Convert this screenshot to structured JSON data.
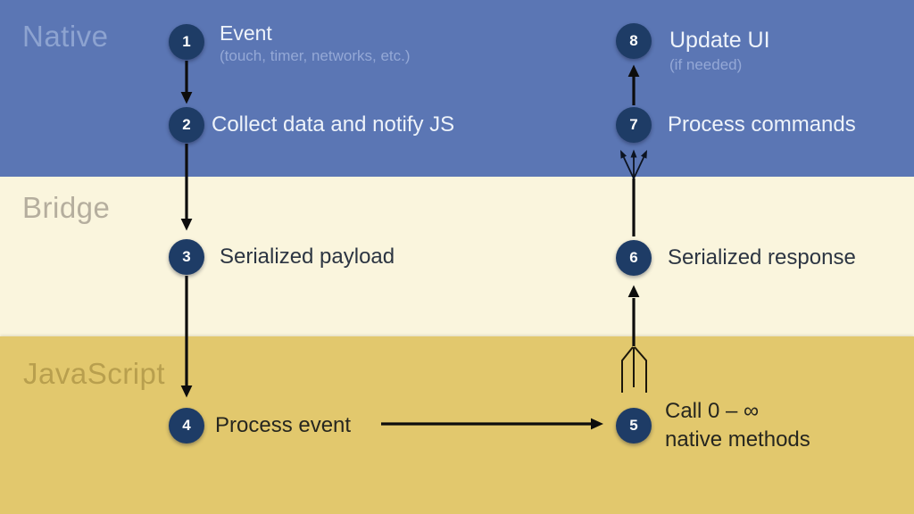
{
  "bands": [
    {
      "label": "Native"
    },
    {
      "label": "Bridge"
    },
    {
      "label": "JavaScript"
    }
  ],
  "steps": [
    {
      "number": "1",
      "title": "Event",
      "subtitle": "(touch, timer, networks, etc.)"
    },
    {
      "number": "2",
      "title": "Collect data and notify JS"
    },
    {
      "number": "3",
      "title": "Serialized payload"
    },
    {
      "number": "4",
      "title": "Process event"
    },
    {
      "number": "5",
      "title": "Call 0 – ∞",
      "title_line2": "native methods"
    },
    {
      "number": "6",
      "title": "Serialized response"
    },
    {
      "number": "7",
      "title": "Process commands"
    },
    {
      "number": "8",
      "title": "Update UI",
      "subtitle": "(if needed)"
    }
  ],
  "colors": {
    "native_band": "#5b76b4",
    "bridge_band": "#faf5dd",
    "javascript_band": "#e2c86d",
    "step_circle": "#1e3c66",
    "circle_text": "#fdfdfd",
    "title_on_blue": "#eef3fa",
    "subtitle_on_blue": "#94a8d6",
    "title_on_light": "#2c3542",
    "arrow": "#0d0d0d"
  }
}
